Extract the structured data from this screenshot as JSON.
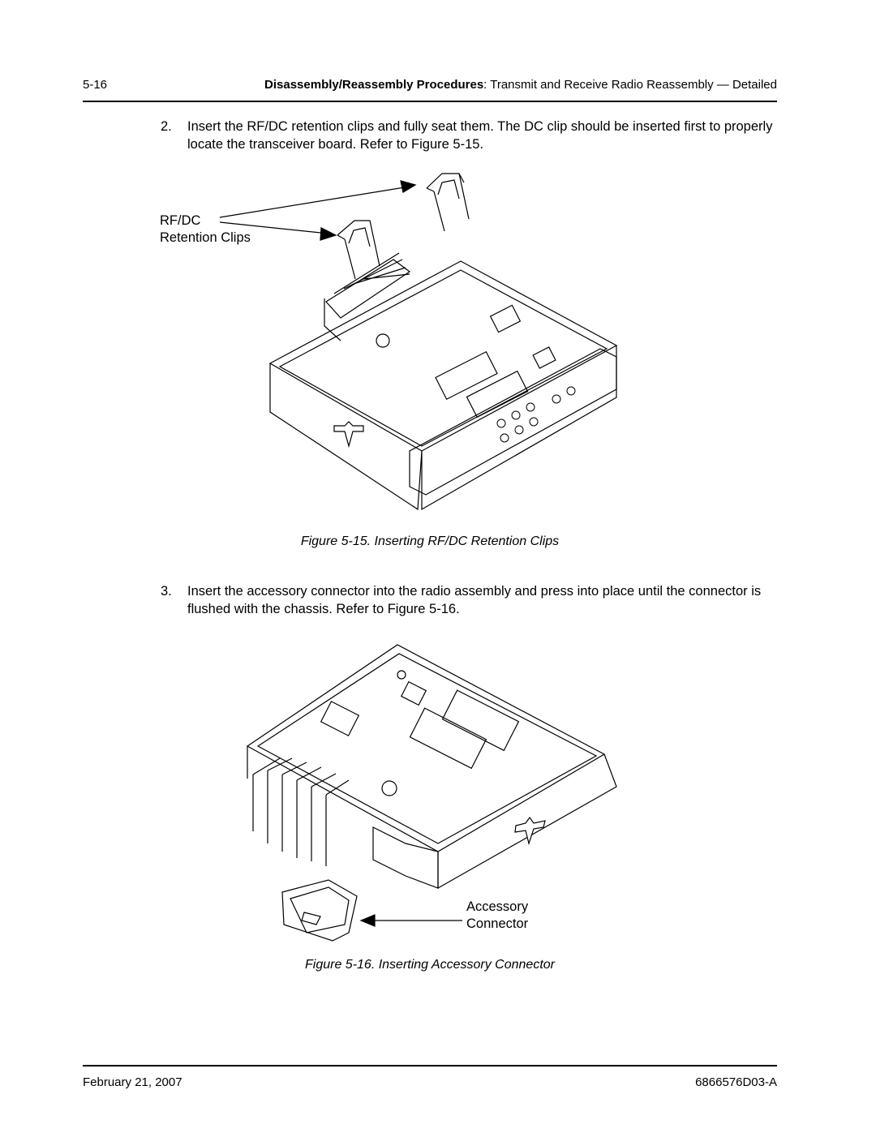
{
  "header": {
    "page_number": "5-16",
    "section_bold": "Disassembly/Reassembly Procedures",
    "section_rest": ": Transmit and Receive Radio Reassembly — Detailed"
  },
  "steps": [
    {
      "number": "2.",
      "text": "Insert the RF/DC retention clips and fully seat them. The DC clip should be inserted first to properly locate the transceiver board. Refer to Figure 5-15."
    },
    {
      "number": "3.",
      "text": "Insert the accessory connector into the radio assembly and press into place until the connector is flushed with the chassis. Refer to Figure 5-16."
    }
  ],
  "figures": [
    {
      "caption": "Figure 5-15.  Inserting RF/DC Retention Clips",
      "callout_line1": "RF/DC",
      "callout_line2": "Retention Clips"
    },
    {
      "caption": "Figure 5-16.  Inserting Accessory Connector",
      "callout_line1": "Accessory",
      "callout_line2": "Connector"
    }
  ],
  "footer": {
    "date": "February 21, 2007",
    "doc_number": "6866576D03-A"
  }
}
